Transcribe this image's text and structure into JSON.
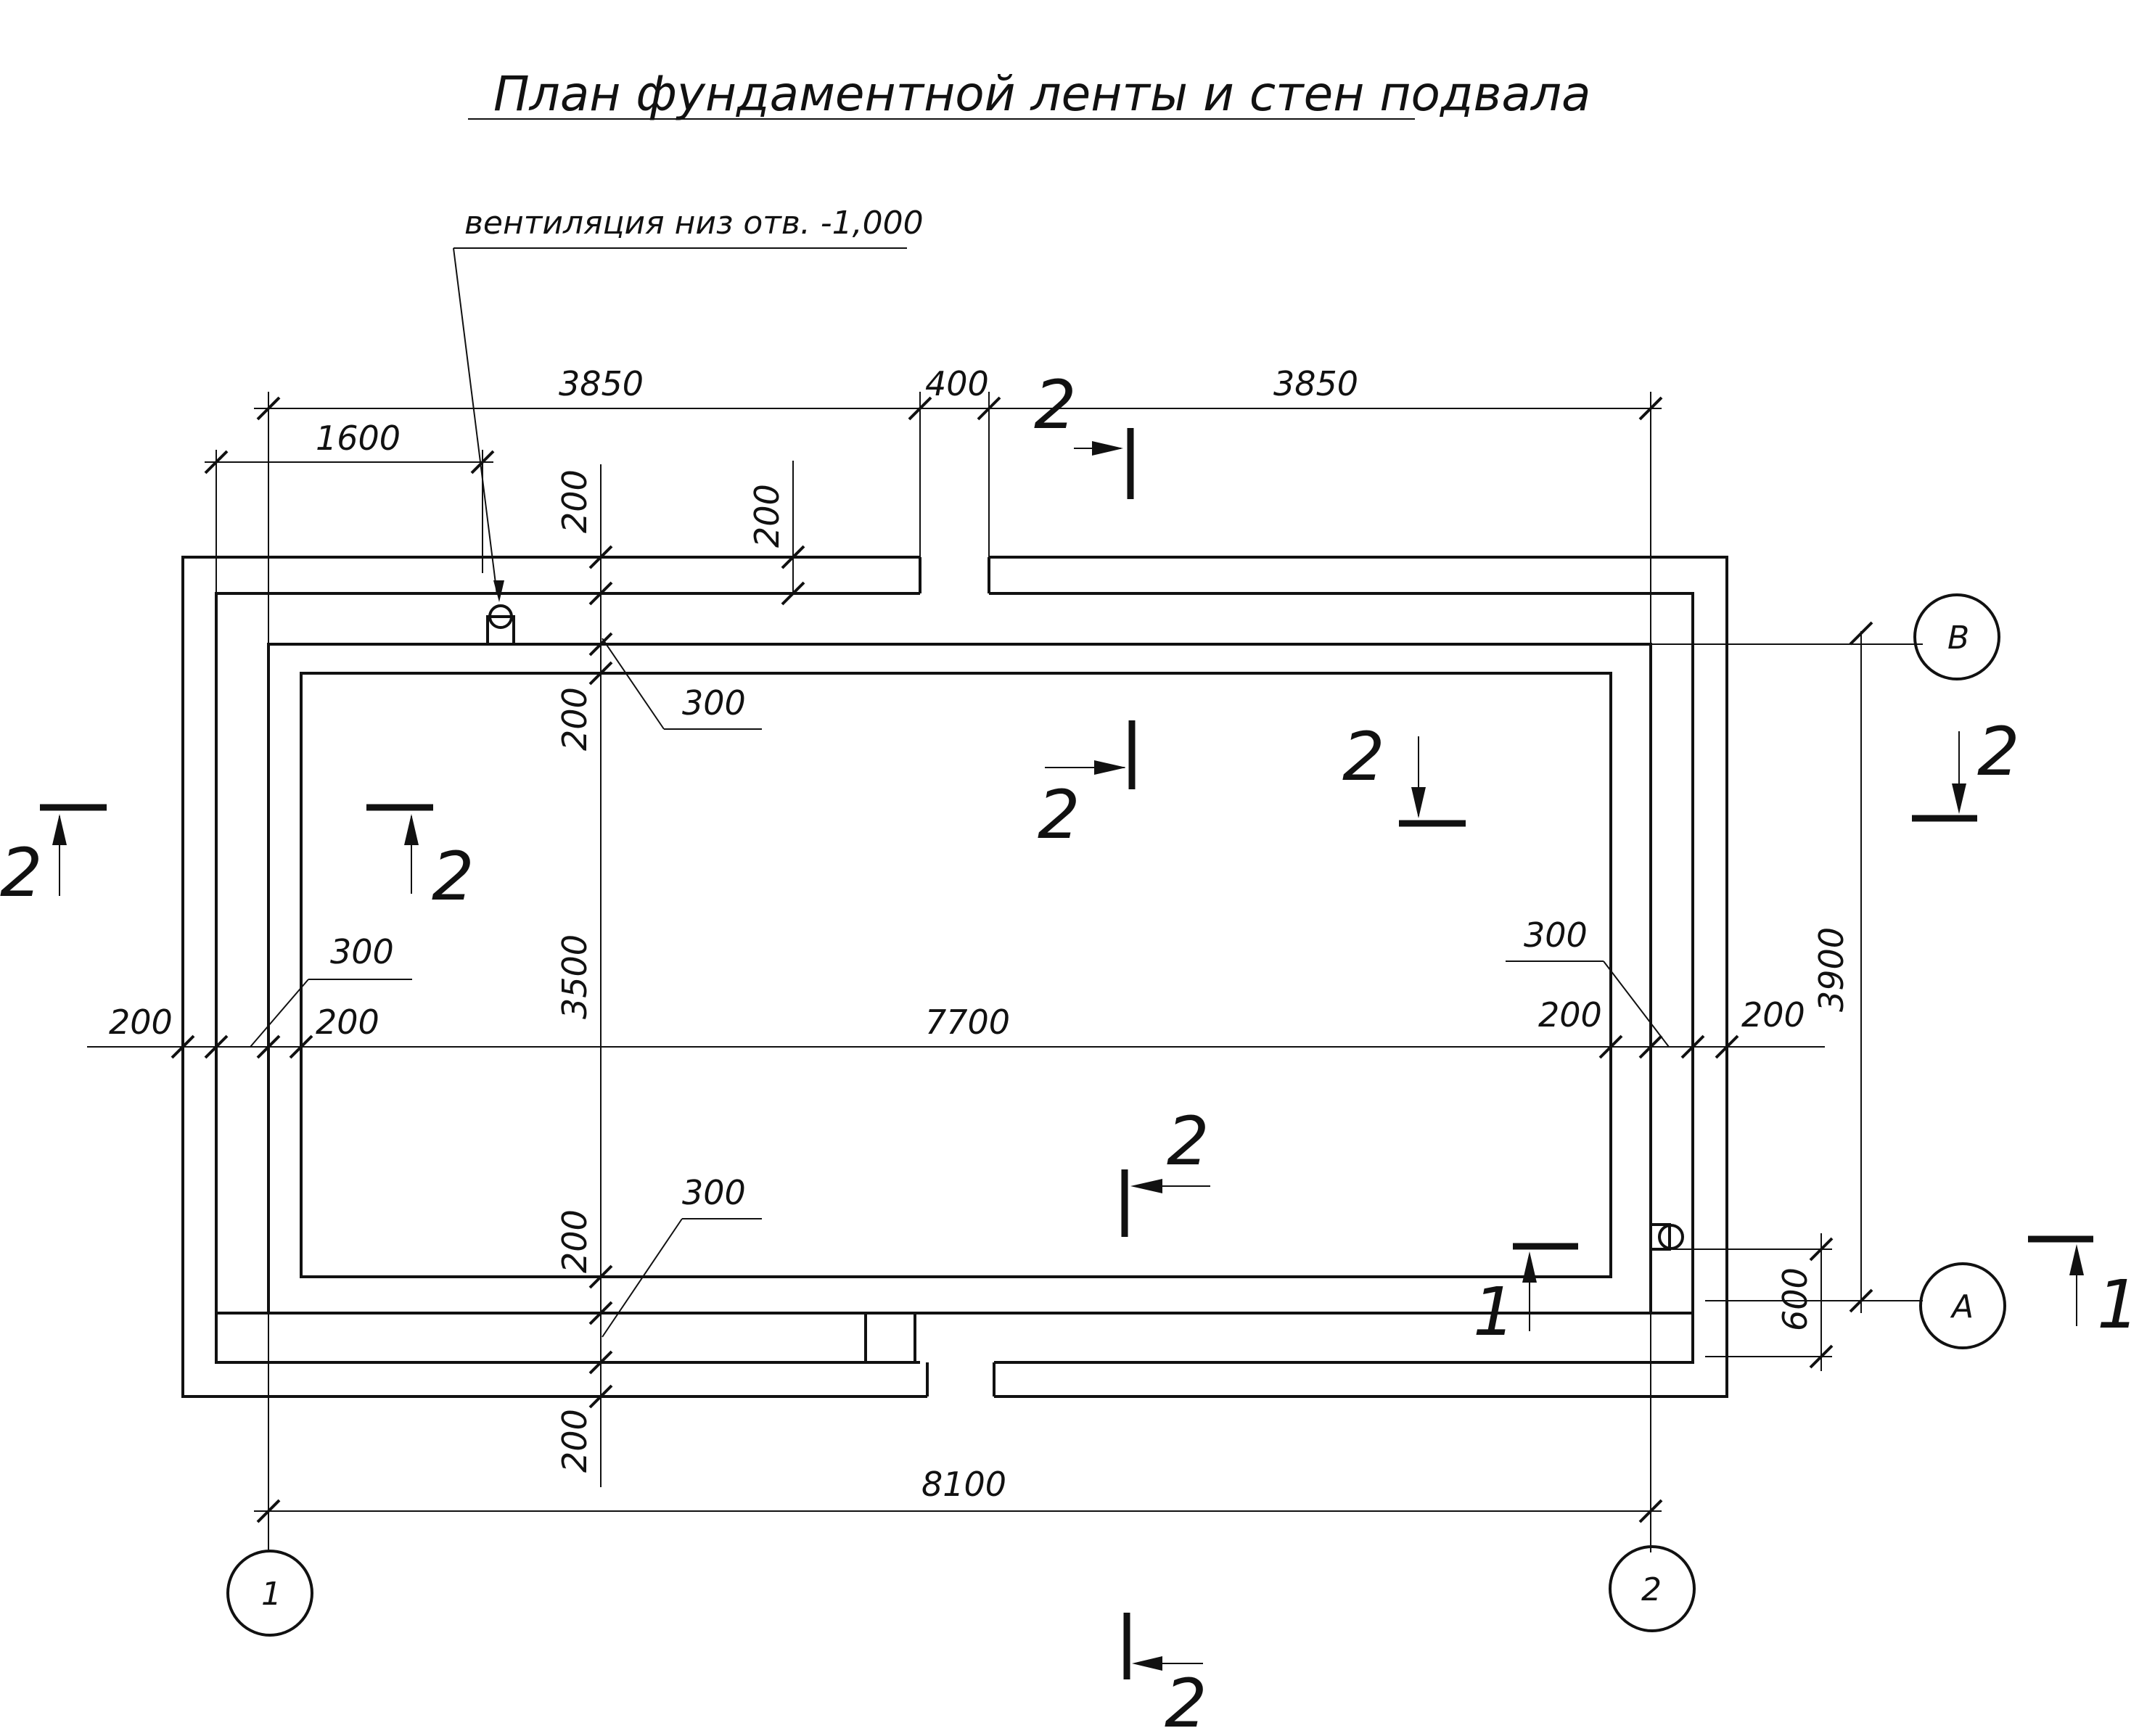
{
  "title": "План фундаментной ленты и стен подвала",
  "note": "вентиляция низ отв. -1,000",
  "dimensions": {
    "d3850_left": "3850",
    "d400": "400",
    "d3850_right": "3850",
    "d1600": "1600",
    "d200_top_a": "200",
    "d200_top_b": "200",
    "d300_top": "300",
    "d200_mid": "200",
    "d3500": "3500",
    "d300_left": "300",
    "d200_left_outer": "200",
    "d200_left_inner": "200",
    "d7700": "7700",
    "d300_right": "300",
    "d200_right_inner": "200",
    "d200_right_outer": "200",
    "d3900": "3900",
    "d300_bottom": "300",
    "d200_bottom_a": "200",
    "d200_bottom_b": "200",
    "d600": "600",
    "d8100": "8100"
  },
  "axes": {
    "axis_1": "1",
    "axis_2": "2",
    "axis_A": "А",
    "axis_B": "В"
  },
  "section_marks": {
    "s2_top": "2",
    "s2_inner_top": "2",
    "s2_inner_right": "2",
    "s2_outer_right": "2",
    "s2_outer_left": "2",
    "s2_inner_left": "2",
    "s2_lower": "2",
    "s1_inner": "1",
    "s1_outer": "1",
    "s2_bottom": "2"
  }
}
